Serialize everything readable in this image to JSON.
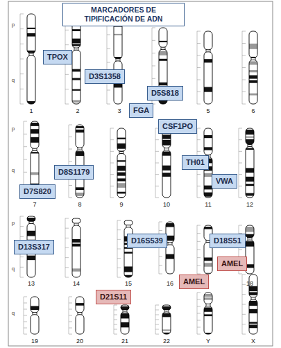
{
  "diagram": {
    "title": "MARCADORES DE TIPIFICACIÓN DE ADN",
    "nodes": [
      {
        "text": [
          "TPOX"
        ]
      },
      {
        "text": [
          "D3S1358"
        ]
      },
      {
        "text": [
          "D5S818"
        ]
      },
      {
        "text": [
          "FGA"
        ]
      },
      {
        "text": [
          "CSF1PO"
        ]
      },
      {
        "text": [
          "TH01"
        ]
      },
      {
        "text": [
          "D8S1179"
        ]
      },
      {
        "text": [
          "VWA"
        ]
      },
      {
        "text": [
          "D7S820"
        ]
      },
      {
        "text": [
          "D16S539"
        ]
      },
      {
        "text": [
          "D18S51"
        ]
      },
      {
        "text": [
          "D13S317"
        ]
      },
      {
        "text": [
          "AMEL"
        ]
      },
      {
        "text": [
          "AMEL"
        ]
      },
      {
        "text": [
          "D21S11"
        ]
      }
    ],
    "labels": [
      "1",
      "2",
      "3",
      "5",
      "6",
      "7",
      "8",
      "9",
      "10",
      "11",
      "12",
      "13",
      "14",
      "15",
      "16",
      "18",
      "19",
      "20",
      "21",
      "22",
      "Y",
      "X",
      "p",
      "q",
      "p",
      "q",
      "p",
      "q",
      "q"
    ]
  }
}
